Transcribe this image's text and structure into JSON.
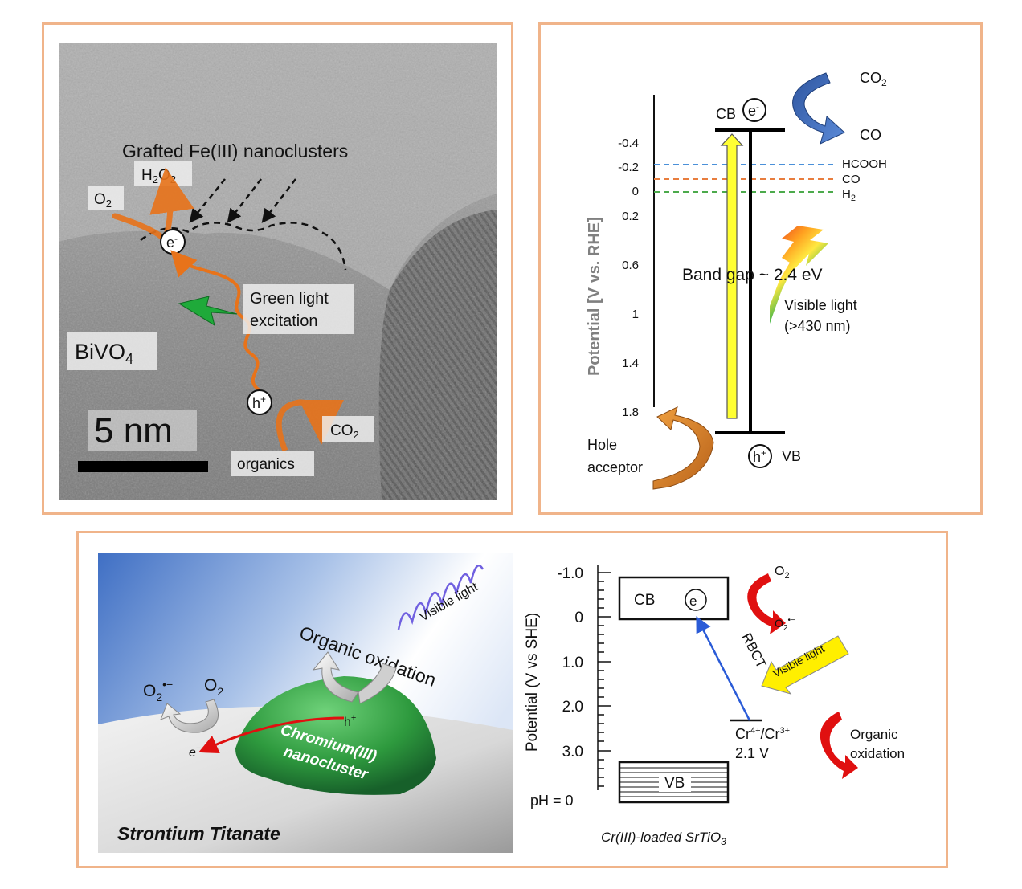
{
  "panel_a": {
    "clusters_label": "Grafted Fe(III) nanoclusters",
    "h2o2": {
      "base": "H",
      "sub1": "2",
      "mid": "O",
      "sub2": "2"
    },
    "o2": {
      "base": "O",
      "sub": "2"
    },
    "electron": {
      "base": "e",
      "sup": "-"
    },
    "hole": {
      "base": "h",
      "sup": "+"
    },
    "light_line1": "Green light",
    "light_line2": "excitation",
    "material": {
      "base": "BiVO",
      "sub": "4"
    },
    "scale_label": "5 nm",
    "co2": {
      "base": "CO",
      "sub": "2"
    },
    "organics": "organics",
    "colors": {
      "arrow": "#e8731a",
      "light": "#1faa3a"
    }
  },
  "panel_b": {
    "axis_title": "Potential [V vs. RHE]",
    "ticks": [
      "-0.4",
      "-0.2",
      "0",
      "0.2",
      "0.6",
      "1",
      "1.4",
      "1.8"
    ],
    "cb_label": "CB",
    "electron": {
      "base": "e",
      "sup": "-"
    },
    "hole": {
      "base": "h",
      "sup": "+"
    },
    "vb_label": "VB",
    "co2": {
      "base": "CO",
      "sub": "2"
    },
    "co_top": "CO",
    "levels": [
      {
        "label": "HCOOH",
        "color": "#4a90d9"
      },
      {
        "label": "CO",
        "color": "#e87d3e"
      },
      {
        "label": "H",
        "sub": "2",
        "color": "#4caa4c"
      }
    ],
    "band_gap": "Band gap ~ 2.4 eV",
    "visible_line1": "Visible light",
    "visible_line2": "(>430 nm)",
    "hole_acceptor_line1": "Hole",
    "hole_acceptor_line2": "acceptor",
    "colors": {
      "co2_arrow": "#3a6bb5",
      "hole_arrow": "#d67d1e",
      "gap_arrow": "#ffff33"
    }
  },
  "panel_c": {
    "visible_light": "Visible light",
    "organic_oxidation": "Organic oxidation",
    "o2_radical": {
      "base": "O",
      "sub": "2",
      "sup": "•−"
    },
    "o2": {
      "base": "O",
      "sub": "2"
    },
    "hole": {
      "base": "h",
      "sup": "+"
    },
    "electron": {
      "base": "e",
      "sup": "−"
    },
    "cluster_line1": "Chromium(III)",
    "cluster_line2": "nanocluster",
    "substrate": "Strontium Titanate",
    "axis_title": "Potential (V vs SHE)",
    "ticks": [
      "-1.0",
      "0",
      "1.0",
      "2.0",
      "3.0"
    ],
    "ph_label": "pH = 0",
    "cb_label": "CB",
    "electron_cb": {
      "base": "e",
      "sup": "−"
    },
    "vb_label": "VB",
    "o2_right": {
      "base": "O",
      "sub": "2"
    },
    "o2_radical_right": {
      "base": "O",
      "sub": "2",
      "sup": "•−"
    },
    "rbct": "RBCT",
    "visible_light_arrow": "Visible light",
    "cr_couple": {
      "a": "Cr",
      "a_sup": "4+",
      "slash": "/Cr",
      "b_sup": "3+"
    },
    "cr_potential": "2.1 V",
    "organic_line1": "Organic",
    "organic_line2": "oxidation",
    "caption": "Cr(III)-loaded SrTiO",
    "caption_sub": "3",
    "colors": {
      "cluster": "#2e9a3e",
      "red_arrow": "#e01010",
      "rbct_line": "#2a5bd7",
      "yellow_arrow": "#ffef00"
    }
  }
}
